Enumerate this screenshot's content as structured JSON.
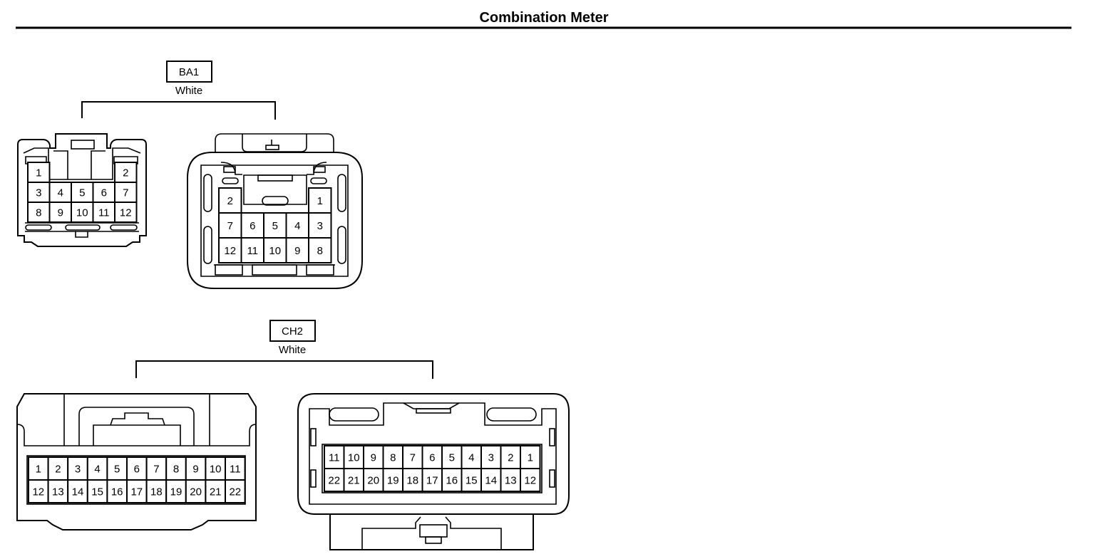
{
  "title": "Combination Meter",
  "connectors": [
    {
      "code": "BA1",
      "color": "White",
      "left_view": {
        "rows": [
          [
            "1",
            "",
            "",
            "",
            "2"
          ],
          [
            "3",
            "4",
            "5",
            "6",
            "7"
          ],
          [
            "8",
            "9",
            "10",
            "11",
            "12"
          ]
        ]
      },
      "right_view": {
        "rows": [
          [
            "2",
            "",
            "",
            "",
            "1"
          ],
          [
            "7",
            "6",
            "5",
            "4",
            "3"
          ],
          [
            "12",
            "11",
            "10",
            "9",
            "8"
          ]
        ]
      }
    },
    {
      "code": "CH2",
      "color": "White",
      "left_view": {
        "rows": [
          [
            "1",
            "2",
            "3",
            "4",
            "5",
            "6",
            "7",
            "8",
            "9",
            "10",
            "11"
          ],
          [
            "12",
            "13",
            "14",
            "15",
            "16",
            "17",
            "18",
            "19",
            "20",
            "21",
            "22"
          ]
        ]
      },
      "right_view": {
        "rows": [
          [
            "11",
            "10",
            "9",
            "8",
            "7",
            "6",
            "5",
            "4",
            "3",
            "2",
            "1"
          ],
          [
            "22",
            "21",
            "20",
            "19",
            "18",
            "17",
            "16",
            "15",
            "14",
            "13",
            "12"
          ]
        ]
      }
    }
  ]
}
